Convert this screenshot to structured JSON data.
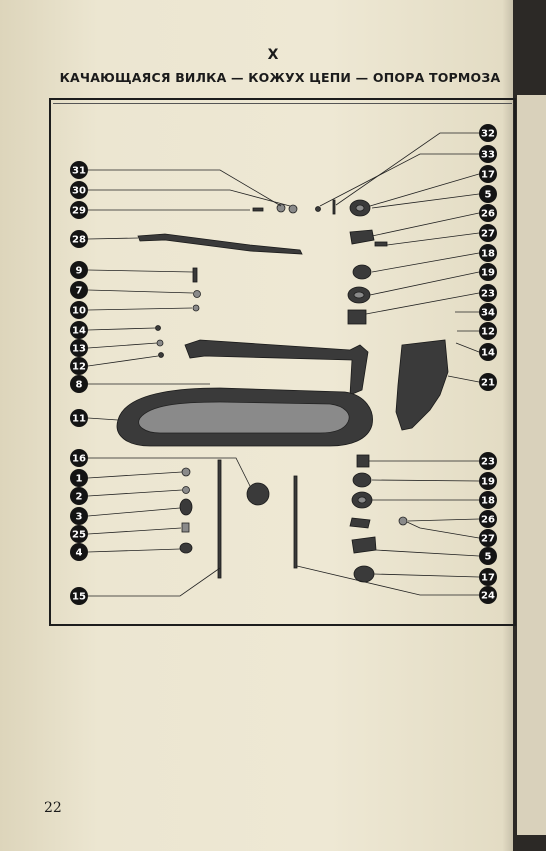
{
  "section_number": "X",
  "title": "КАЧАЮЩАЯСЯ ВИЛКА — КОЖУХ ЦЕПИ — ОПОРА ТОРМОЗА",
  "page_number": "22",
  "callouts_left": [
    "31",
    "30",
    "29",
    "28",
    "9",
    "7",
    "10",
    "14",
    "13",
    "12",
    "8",
    "11",
    "16",
    "1",
    "2",
    "3",
    "25",
    "4",
    "15"
  ],
  "callouts_right": [
    "32",
    "33",
    "17",
    "5",
    "26",
    "27",
    "18",
    "19",
    "23",
    "34",
    "12",
    "14",
    "21",
    "23",
    "19",
    "18",
    "26",
    "27",
    "5",
    "17",
    "24"
  ]
}
